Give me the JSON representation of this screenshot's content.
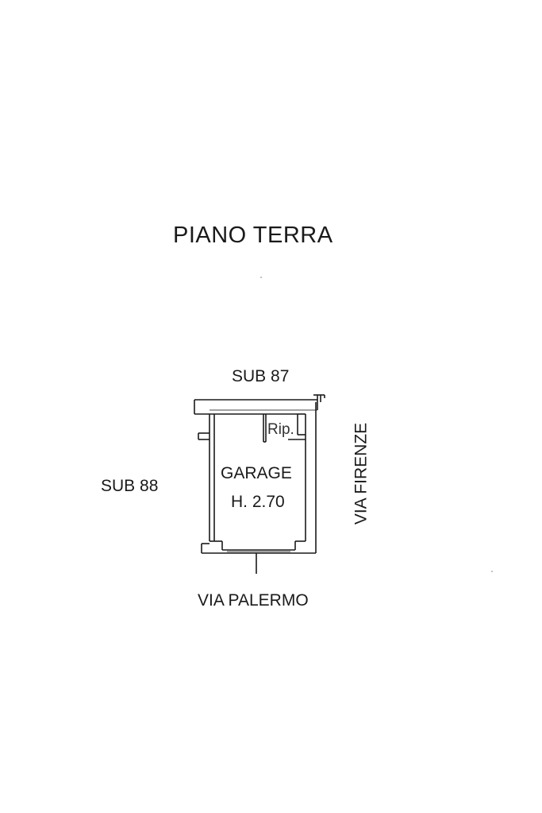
{
  "title": "PIANO TERRA",
  "neighbors": {
    "north": "SUB 87",
    "west": "SUB 88"
  },
  "streets": {
    "south": "VIA PALERMO",
    "east": "VIA FIRENZE"
  },
  "rooms": {
    "garage": {
      "name": "GARAGE",
      "height": "H. 2.70"
    },
    "storage": {
      "name": "Rip."
    }
  }
}
